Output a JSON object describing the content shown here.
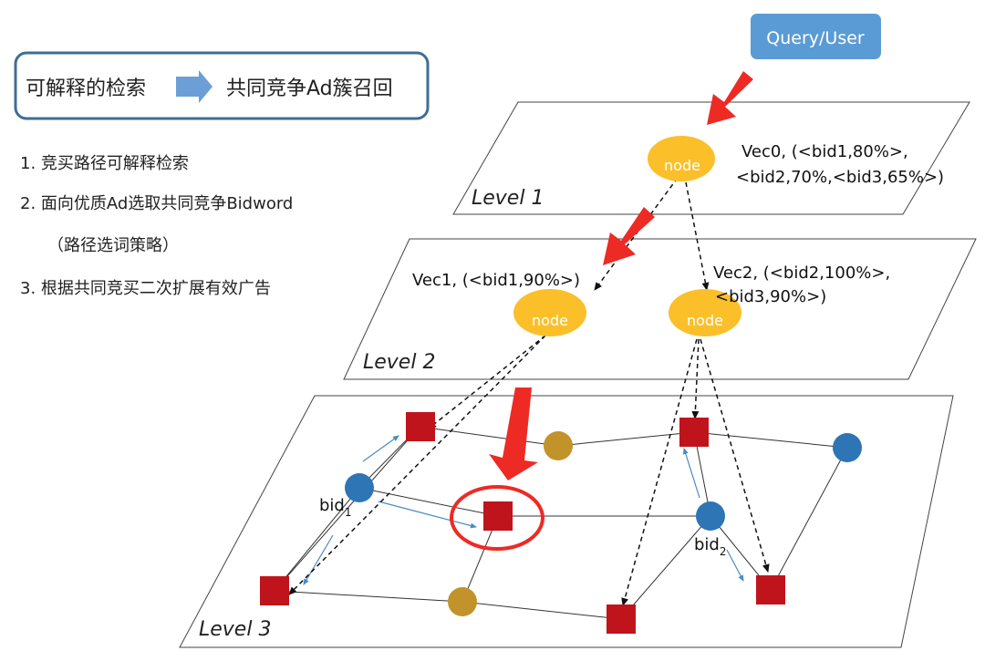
{
  "header_box": {
    "left_label": "可解释的检索",
    "right_label": "共同竞争Ad簇召回"
  },
  "steps": {
    "step1": "1.  竞买路径可解释检索",
    "step2": "2.  面向优质Ad选取共同竞争Bidword",
    "step2_sub": "（路径选词策略）",
    "step3": "3.  根据共同竞买二次扩展有效广告"
  },
  "query_box": "Query/User",
  "levels": {
    "level1": "Level 1",
    "level2": "Level 2",
    "level3": "Level 3"
  },
  "node_label": "node",
  "vectors": {
    "vec0_line1": "Vec0, (<bid1,80%>,",
    "vec0_line2": "<bid2,70%,<bid3,65%>)",
    "vec1": "Vec1, (<bid1,90%>)",
    "vec2_line1": "Vec2, (<bid2,100%>,",
    "vec2_line2": "<bid3,90%>)"
  },
  "bids": {
    "bid1_base": "bid",
    "bid1_sub": "1",
    "bid2_base": "bid",
    "bid2_sub": "2"
  },
  "colors": {
    "query_box": "#5b9bd5",
    "node_fill": "#fbbf2a",
    "square_fill": "#c0141c",
    "bid_circle": "#2e75b6",
    "gold_circle": "#c2932a",
    "arrow_red": "#ee2a25",
    "frame_border": "#3f6e93",
    "header_arrow": "#6b9fd5"
  }
}
